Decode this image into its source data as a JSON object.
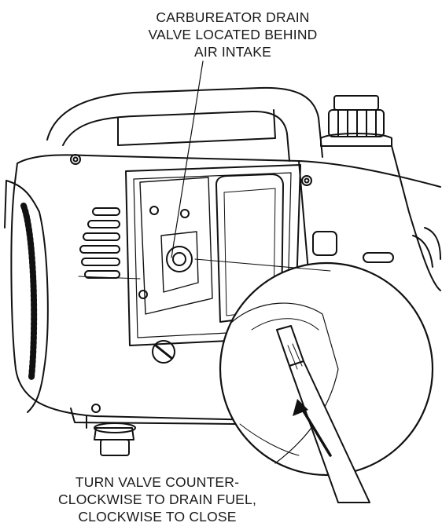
{
  "callouts": {
    "top_lines": [
      "CARBUREATOR DRAIN",
      "VALVE LOCATED BEHIND",
      "AIR INTAKE"
    ],
    "bottom_lines": [
      "TURN VALVE COUNTER-",
      "CLOCKWISE TO DRAIN FUEL,",
      "CLOCKWISE TO CLOSE"
    ]
  },
  "figure": {
    "subject": "portable inverter generator side view",
    "detail_view": "magnified screwdriver on drain valve",
    "arrow": "rotation direction arrow",
    "line_color": "#111111",
    "fill_color": "#ffffff"
  }
}
